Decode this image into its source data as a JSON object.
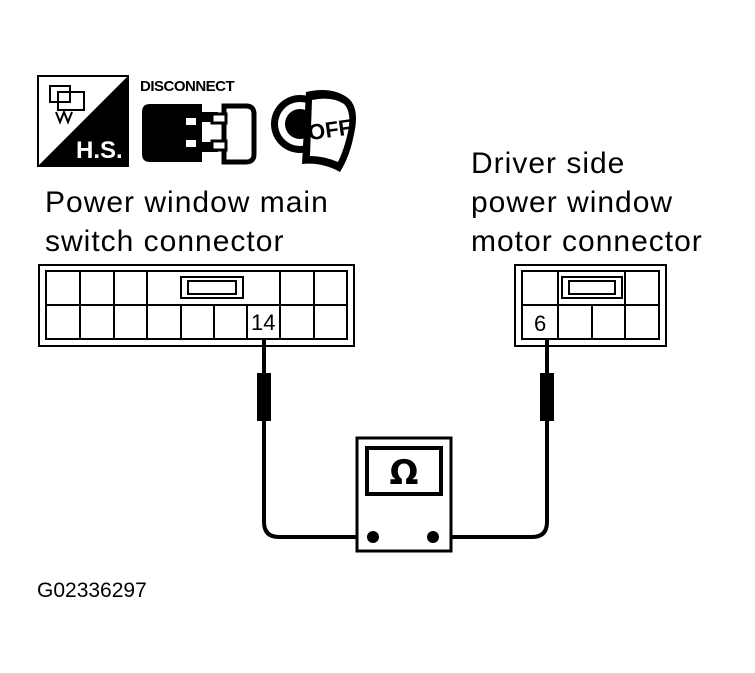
{
  "icons": {
    "hs_label": "H.S.",
    "disconnect_label": "DISCONNECT",
    "key_label": "OFF",
    "ohm_symbol": "Ω"
  },
  "left_connector": {
    "label_line1": "Power window main",
    "label_line2": "switch connector",
    "pin": "14"
  },
  "right_connector": {
    "label_line1": "Driver side",
    "label_line2": "power window",
    "label_line3": "motor connector",
    "pin": "6"
  },
  "figure_code": "G02336297"
}
